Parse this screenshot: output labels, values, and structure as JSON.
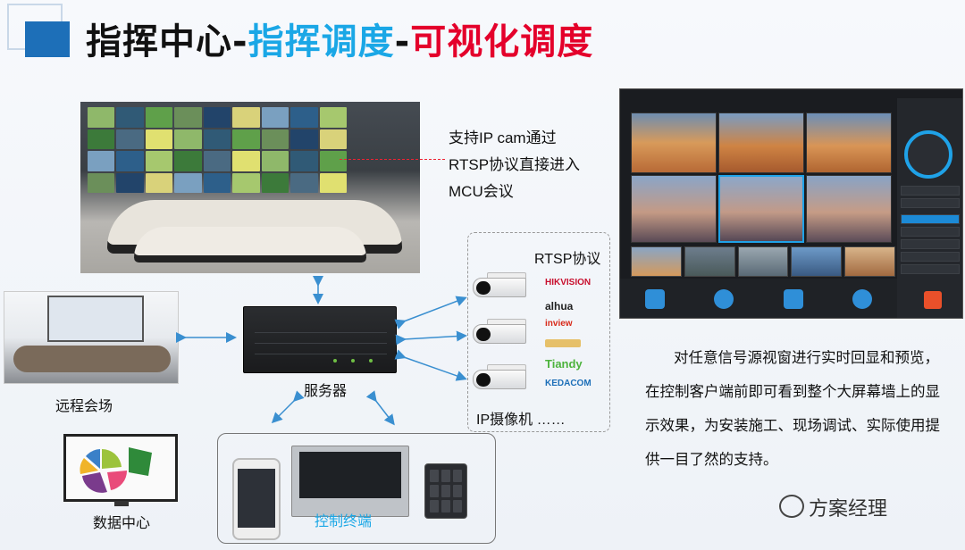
{
  "title": {
    "part1": "指挥中心-",
    "part2": "指挥调度",
    "part3": "-",
    "part4": "可视化调度"
  },
  "rtsp_note": {
    "line1": "支持IP cam通过",
    "line2": "RTSP协议直接进入",
    "line3": "MCU会议"
  },
  "rtsp_label": "RTSP协议",
  "server_label": "服务器",
  "remote_label": "远程会场",
  "ipcam_label": "IP摄像机 ……",
  "datacenter_label": "数据中心",
  "terminal_label": "控制终端",
  "brands": [
    "HIKVISION",
    "alhua",
    "inview",
    "",
    "Tiandy",
    "KEDACOM"
  ],
  "description": "对任意信号源视窗进行实时回显和预览，在控制客户端前即可看到整个大屏幕墙上的显示效果，为安装施工、现场调试、实际使用提供一目了然的支持。",
  "watermark": "方案经理",
  "colors": {
    "title_blue": "#1aa7e6",
    "title_red": "#e4002b",
    "accent": "#1d6fb8"
  }
}
